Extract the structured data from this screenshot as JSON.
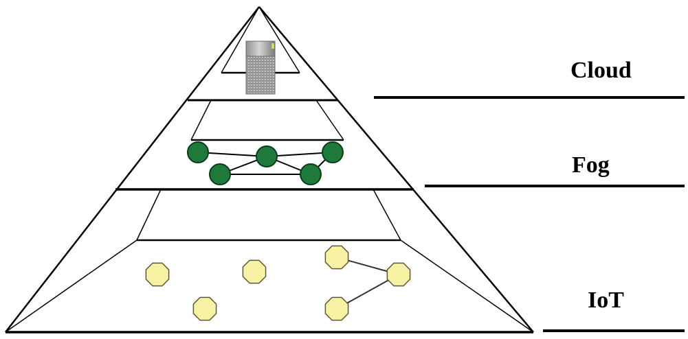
{
  "layers": {
    "cloud": {
      "label": "Cloud"
    },
    "fog": {
      "label": "Fog"
    },
    "iot": {
      "label": "IoT"
    }
  },
  "colors": {
    "fog_node_fill": "#1e7a3a",
    "fog_node_stroke": "#0b3d1a",
    "iot_node_fill": "#f7f2a4",
    "iot_node_stroke": "#5a5a3a",
    "server_fill": "#b8b8b8",
    "server_led": "#c8e05a",
    "line": "#000000"
  },
  "icons": {
    "cloud_server": "server-icon",
    "fog_node": "fog-node-icon",
    "iot_device": "iot-device-icon"
  }
}
